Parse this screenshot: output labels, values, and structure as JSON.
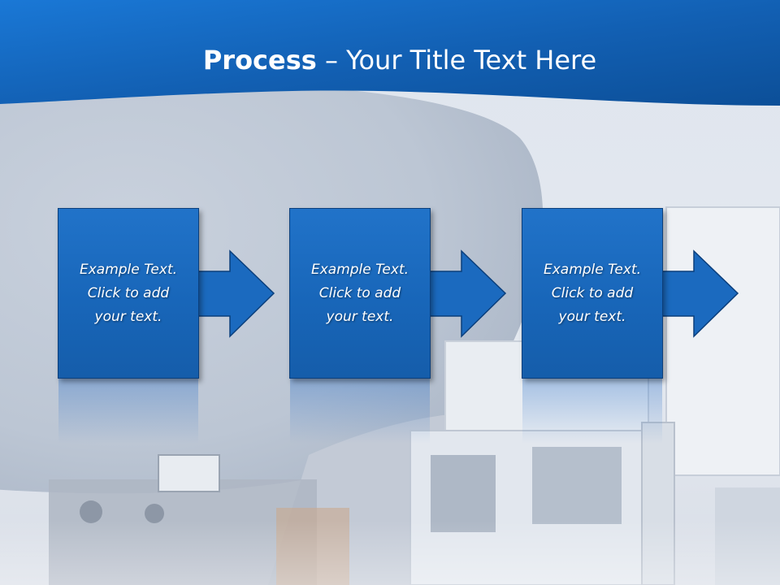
{
  "slide": {
    "title_bold": "Process",
    "title_rest": " – Your Title Text Here",
    "steps": [
      {
        "line1": "Example Text.",
        "line2": "Click  to add",
        "line3": "your text."
      },
      {
        "line1": "Example Text.",
        "line2": "Click  to add",
        "line3": "your text."
      },
      {
        "line1": "Example Text.",
        "line2": "Click  to add",
        "line3": "your text."
      }
    ]
  },
  "colors": {
    "header_blue": "#1a65b5",
    "box_blue": "#1b6abf",
    "box_border": "#0b3f7c",
    "background": "#e6eaf1"
  }
}
